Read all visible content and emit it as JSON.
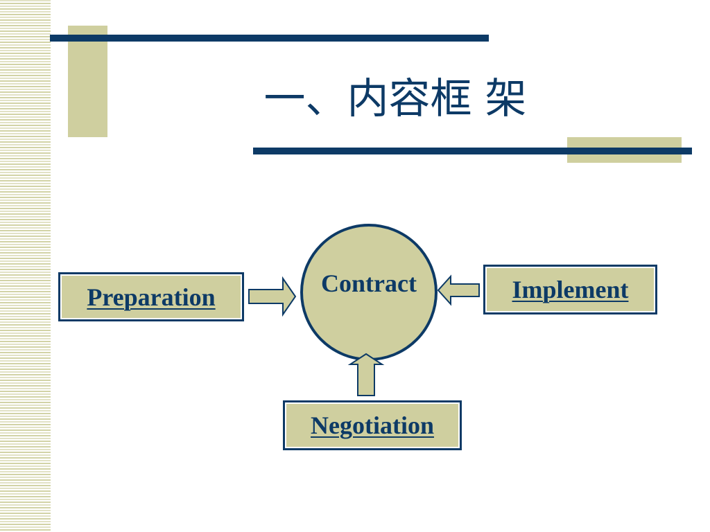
{
  "slide": {
    "title": "一、内容框 架"
  },
  "diagram": {
    "center": {
      "label": "Contract"
    },
    "nodes": {
      "preparation": "Preparation",
      "implement": "Implement",
      "negotiation": "Negotiation"
    }
  },
  "colors": {
    "primary_navy": "#0d3a66",
    "accent_khaki": "#cfcf9f",
    "stripe_light": "#e2e2c6",
    "background": "#ffffff"
  }
}
